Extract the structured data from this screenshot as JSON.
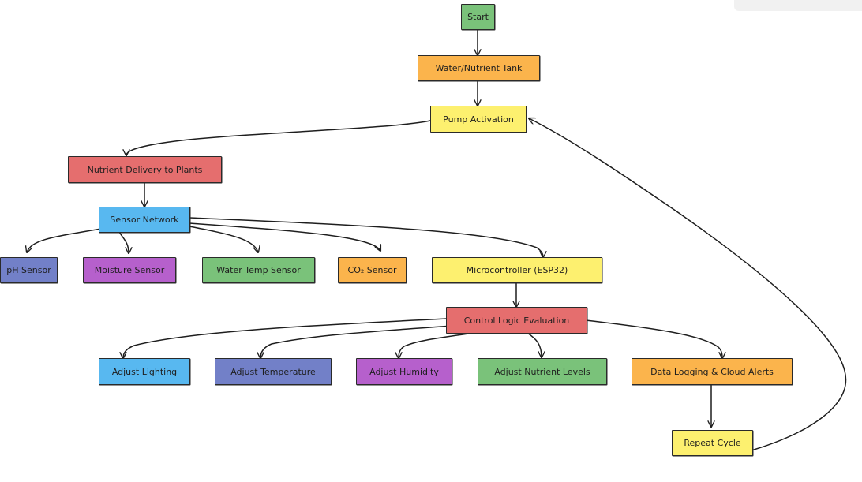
{
  "colors": {
    "green": "#7ac27a",
    "orange": "#fbb44c",
    "yellow": "#fdf06f",
    "red": "#e56e6e",
    "blue": "#58b8f0",
    "indigo": "#7280c8",
    "purple": "#b660cc",
    "stroke": "#1e1e1e"
  },
  "nodes": {
    "start": "Start",
    "tank": "Water/Nutrient Tank",
    "pump": "Pump Activation",
    "delivery": "Nutrient Delivery to Plants",
    "sensors": "Sensor Network",
    "ph": "pH Sensor",
    "moisture": "Moisture Sensor",
    "watertemp": "Water Temp Sensor",
    "co2": "CO₂ Sensor",
    "mcu": "Microcontroller (ESP32)",
    "control": "Control Logic Evaluation",
    "lighting": "Adjust Lighting",
    "temperature": "Adjust Temperature",
    "humidity": "Adjust Humidity",
    "nutrients": "Adjust Nutrient Levels",
    "logging": "Data Logging & Cloud Alerts",
    "repeat": "Repeat Cycle"
  }
}
